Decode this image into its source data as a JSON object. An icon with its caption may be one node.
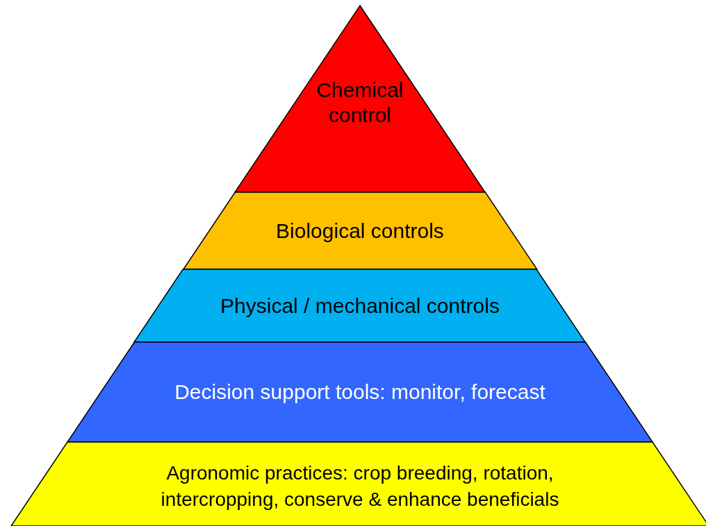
{
  "diagram": {
    "nodes": [
      {
        "text": [
          "Chemical control"
        ]
      },
      {
        "text": [
          "Biological controls"
        ]
      },
      {
        "text": [
          "Physical / mechanical controls"
        ]
      },
      {
        "text": [
          "Decision support tools: monitor, forecast"
        ]
      },
      {
        "text": [
          "Agronomic practices: crop breeding, rotation, intercropping, conserve & enhance beneficials"
        ]
      }
    ]
  }
}
